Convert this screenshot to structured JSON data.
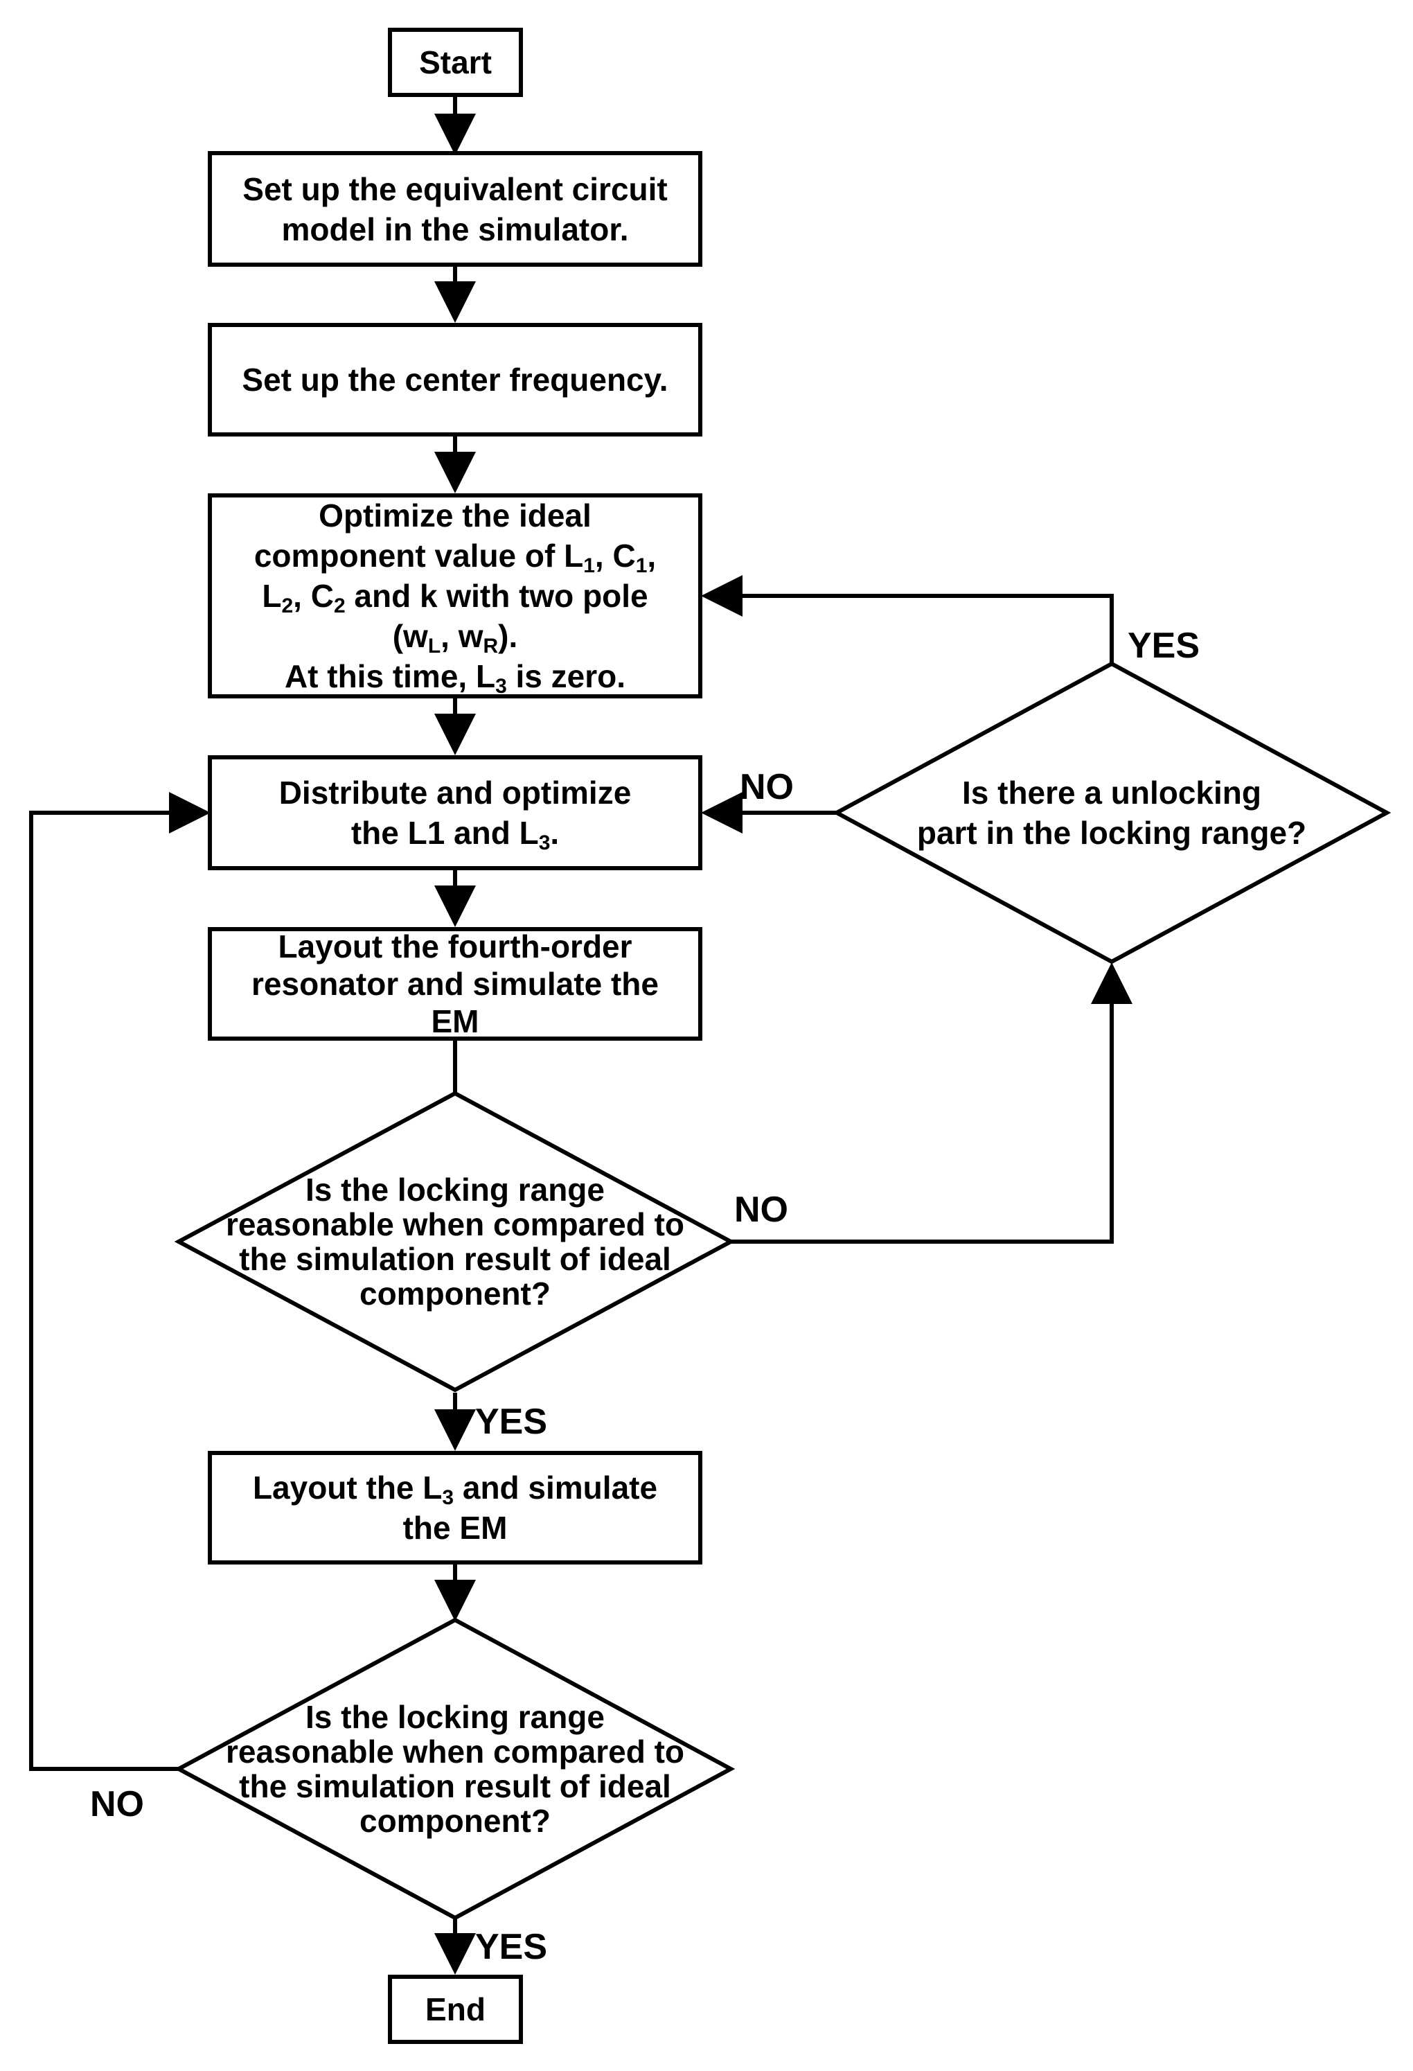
{
  "nodes": {
    "start": "Start",
    "setup_model": [
      "Set up the equivalent circuit",
      "model in the simulator."
    ],
    "setup_freq": "Set up the center frequency.",
    "optimize": {
      "line1": "Optimize the ideal",
      "line2": {
        "a": "component value of L",
        "s1": "1",
        "b": ", C",
        "s2": "1",
        "c": ","
      },
      "line3": {
        "a": "L",
        "s1": "2",
        "b": ", C",
        "s2": "2",
        "c": " and k with two pole"
      },
      "line4": {
        "a": "(w",
        "s1": "L",
        "b": ", w",
        "s2": "R",
        "c": ")."
      },
      "line5": {
        "a": "At this time, L",
        "s1": "3",
        "b": " is zero."
      }
    },
    "distribute": {
      "line1": "Distribute and optimize",
      "line2": {
        "a": "the L1 and L",
        "s1": "3",
        "b": "."
      }
    },
    "layout_resonator": [
      "Layout the fourth-order",
      "resonator and simulate the",
      "EM"
    ],
    "decision_unlocking": [
      "Is there a unlocking",
      "part in the locking range?"
    ],
    "decision_range_1": [
      "Is the locking range",
      "reasonable when compared to",
      "the simulation result of ideal",
      "component?"
    ],
    "layout_l3": {
      "line1": {
        "a": "Layout the L",
        "s1": "3",
        "b": " and simulate"
      },
      "line2": "the EM"
    },
    "decision_range_2": [
      "Is the locking range",
      "reasonable when compared to",
      "the simulation result of ideal",
      "component?"
    ],
    "end": "End"
  },
  "edge_labels": {
    "yes_unlocking": "YES",
    "no_unlocking": "NO",
    "no_range_1": "NO",
    "yes_range_1": "YES",
    "no_range_2": "NO",
    "yes_range_2": "YES"
  }
}
